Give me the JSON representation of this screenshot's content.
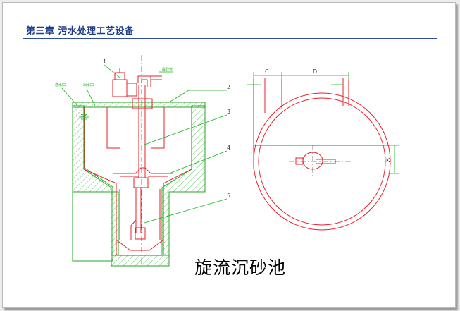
{
  "slide": {
    "chapter_title": "第三章  污水处理工艺设备",
    "caption": "旋流沉砂池"
  },
  "side_view": {
    "callouts": [
      "1",
      "2",
      "3",
      "4",
      "5"
    ],
    "small_labels": {
      "left_a": "进水口",
      "left_b": "出水口",
      "top_right": "提砂管"
    }
  },
  "plan_view": {
    "dim_c": "C",
    "dim_d": "D",
    "dim_k": "K"
  },
  "colors": {
    "outline": "#e8202a",
    "leader": "#16b316",
    "hatch": "#2aa52a",
    "axis": "#333333",
    "title": "#1f3c88"
  }
}
